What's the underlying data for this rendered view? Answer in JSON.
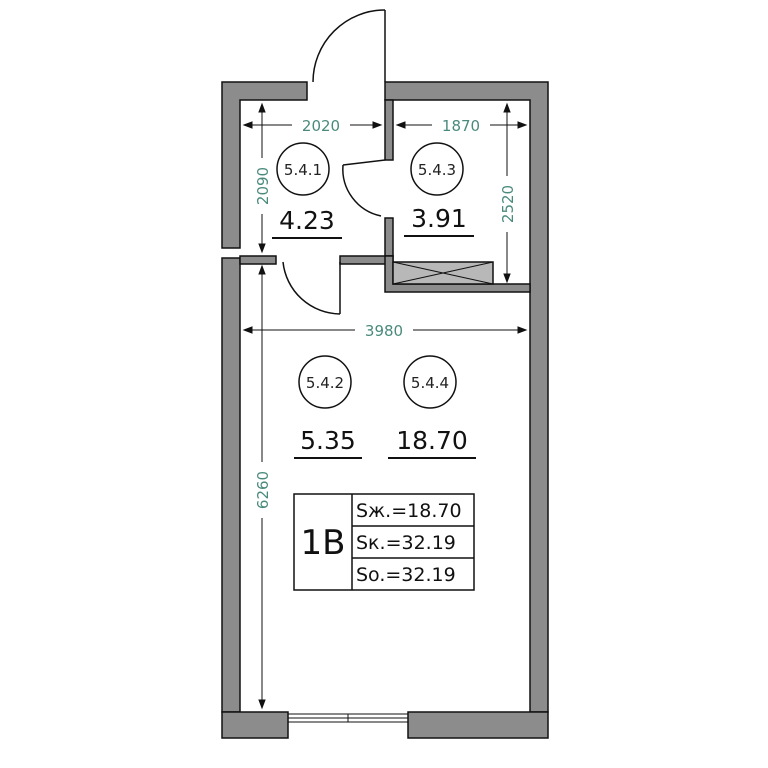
{
  "colors": {
    "wall": "#8c8c8c",
    "line": "#111111",
    "dimension": "#4a8a7c",
    "background": "#ffffff"
  },
  "dimensions": {
    "hall_width": "2020",
    "bath_width": "1870",
    "hall_height": "2090",
    "bath_height": "2520",
    "main_width": "3980",
    "main_height": "6260"
  },
  "rooms": [
    {
      "id": "5.4.1",
      "area": "4.23"
    },
    {
      "id": "5.4.3",
      "area": "3.91"
    },
    {
      "id": "5.4.2",
      "area": "5.35"
    },
    {
      "id": "5.4.4",
      "area": "18.70"
    }
  ],
  "summary": {
    "unit": "1B",
    "rows": [
      "Sж.=18.70",
      "Sк.=32.19",
      "So.=32.19"
    ]
  }
}
